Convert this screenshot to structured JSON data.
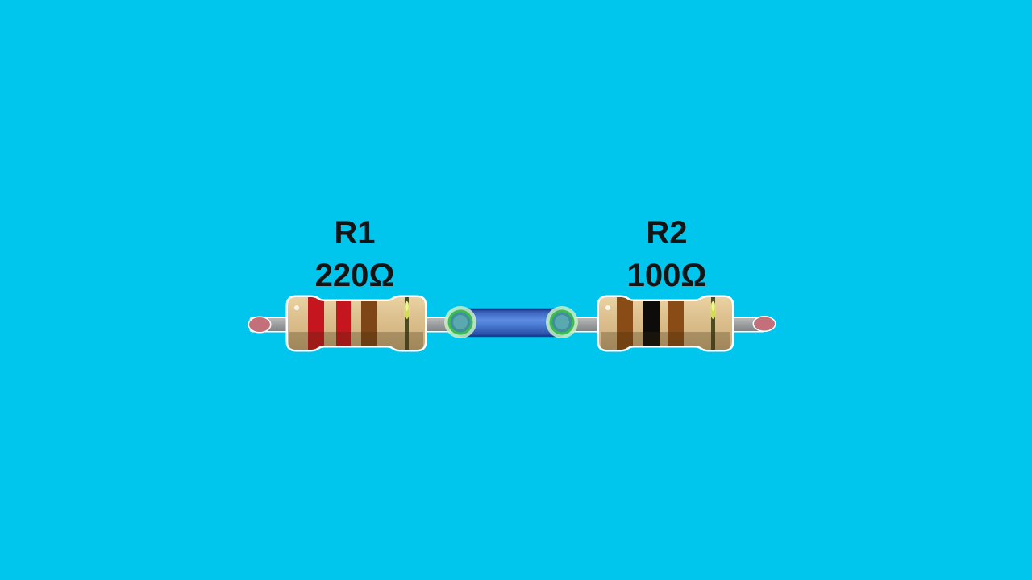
{
  "scene": {
    "background_color": "#00c5ec",
    "label_text_color": "#141414"
  },
  "resistors": [
    {
      "name": "R1",
      "value": "220Ω",
      "band_names": [
        "red",
        "red",
        "brown",
        "gold"
      ],
      "band_colors": [
        "#c5151f",
        "#c5151f",
        "#7e4617",
        "#4f4b20"
      ],
      "body_color": "#d9bc8a"
    },
    {
      "name": "R2",
      "value": "100Ω",
      "band_names": [
        "brown",
        "black",
        "brown",
        "gold"
      ],
      "band_colors": [
        "#8a4c16",
        "#0d0c0a",
        "#8a4c16",
        "#4f4b20"
      ],
      "body_color": "#d9bc8a"
    }
  ],
  "wire": {
    "kind": "jumper-wire",
    "color": "#4b7bd4",
    "outline_color": "#1d3c92",
    "terminal_disc_color": "#418f9c",
    "terminal_ring_color": "#3cbe4e",
    "terminal_glow_color": "#c8f0c4"
  },
  "leads": {
    "color": "#9b9c9e",
    "tip_color": "#c4707a",
    "outline_color": "#ffffff"
  }
}
